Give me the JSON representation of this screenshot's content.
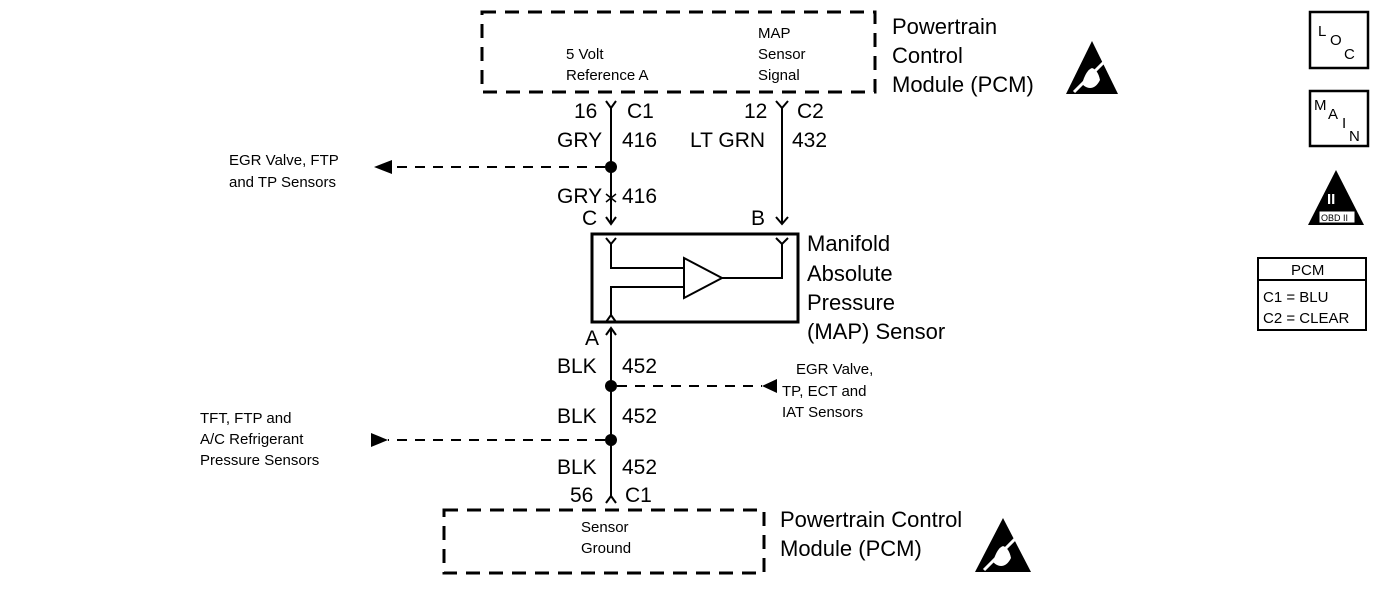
{
  "pcm_top": {
    "signal_5v_line1": "5 Volt",
    "signal_5v_line2": "Reference A",
    "signal_map_line1": "MAP",
    "signal_map_line2": "Sensor",
    "signal_map_line3": "Signal",
    "title_line1": "Powertrain",
    "title_line2": "Control",
    "title_line3": "Module (PCM)"
  },
  "ref_wire": {
    "pin": "16",
    "connector": "C1",
    "color_upper": "GRY",
    "circuit_upper": "416",
    "color_lower": "GRY",
    "circuit_lower": "416",
    "sensor_pin": "C",
    "branch_line1": "EGR Valve, FTP",
    "branch_line2": "and TP Sensors"
  },
  "signal_wire": {
    "pin": "12",
    "connector": "C2",
    "color": "LT GRN",
    "circuit": "432",
    "sensor_pin": "B"
  },
  "map_sensor": {
    "line1": "Manifold",
    "line2": "Absolute",
    "line3": "Pressure",
    "line4": "(MAP) Sensor"
  },
  "ground_wire": {
    "sensor_pin": "A",
    "seg1_color": "BLK",
    "seg1_circuit": "452",
    "seg2_color": "BLK",
    "seg2_circuit": "452",
    "seg3_color": "BLK",
    "seg3_circuit": "452",
    "pin": "56",
    "connector": "C1",
    "branch_right_line1": "EGR Valve,",
    "branch_right_line2": "TP, ECT and",
    "branch_right_line3": "IAT Sensors",
    "branch_left_line1": "TFT, FTP and",
    "branch_left_line2": "A/C Refrigerant",
    "branch_left_line3": "Pressure Sensors"
  },
  "pcm_bottom": {
    "line1": "Sensor",
    "line2": "Ground",
    "title_line1": "Powertrain Control",
    "title_line2": "Module (PCM)"
  },
  "legend": {
    "loc_l": "L",
    "loc_o": "O",
    "loc_c": "C",
    "main_m": "M",
    "main_a": "A",
    "main_i": "I",
    "main_n": "N",
    "obd_symbol": "II",
    "obd_label": "OBD II",
    "pcm_header": "PCM",
    "pcm_c1": "C1 = BLU",
    "pcm_c2": "C2 = CLEAR"
  }
}
